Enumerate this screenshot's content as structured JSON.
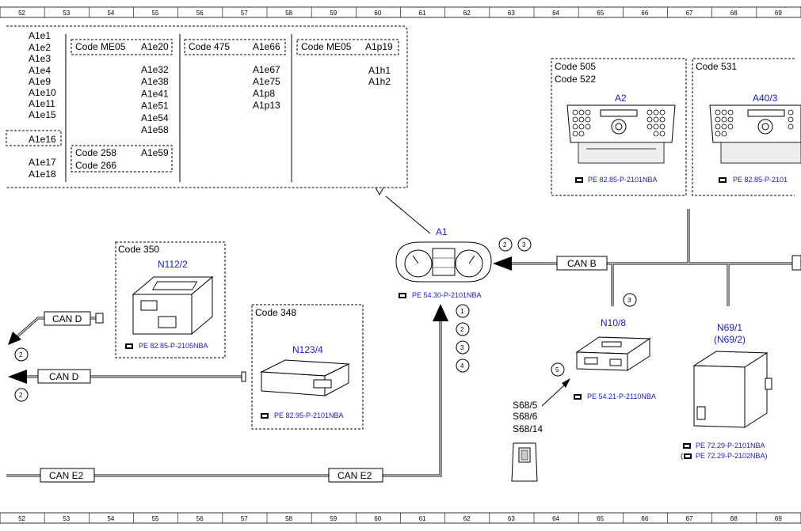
{
  "ruler": [
    "52",
    "53",
    "54",
    "55",
    "56",
    "57",
    "58",
    "59",
    "60",
    "61",
    "62",
    "63",
    "64",
    "65",
    "66",
    "67",
    "68",
    "69"
  ],
  "top_table": {
    "col1": [
      "A1e1",
      "A1e2",
      "A1e3",
      "A1e4",
      "A1e9",
      "A1e10",
      "A1e11",
      "A1e15",
      "A1e16",
      "A1e17",
      "A1e18"
    ],
    "group1": {
      "code_top": "Code ME05",
      "code_top_item": "A1e20",
      "items": [
        "A1e32",
        "A1e38",
        "A1e41",
        "A1e51",
        "A1e54",
        "A1e58"
      ],
      "code_bottom_1": "Code 258",
      "code_bottom_2": "Code 266",
      "code_bottom_item": "A1e59"
    },
    "group2": {
      "code": "Code 475",
      "code_item": "A1e66",
      "items": [
        "A1e67",
        "A1e75",
        "A1p8",
        "A1p13"
      ]
    },
    "group3": {
      "code": "Code ME05",
      "code_item": "A1p19",
      "items": [
        "A1h1",
        "A1h2"
      ]
    }
  },
  "components": {
    "a2": {
      "codes": [
        "Code 505",
        "Code 522"
      ],
      "label": "A2",
      "ref": "PE 82.85-P-2101NBA"
    },
    "a40": {
      "code": "Code 531",
      "label": "A40/3",
      "ref": "PE 82.85-P-2101"
    },
    "a1": {
      "label": "A1",
      "ref": "PE 54.30-P-2101NBA"
    },
    "n112": {
      "code": "Code 350",
      "label": "N112/2",
      "ref": "PE 82.85-P-2105NBA"
    },
    "n123": {
      "code": "Code 348",
      "label": "N123/4",
      "ref": "PE 82.95-P-2101NBA"
    },
    "n10": {
      "label": "N10/8",
      "ref": "PE 54.21-P-2110NBA"
    },
    "n69": {
      "label": "N69/1",
      "label_alt": "(N69/2)",
      "ref1": "PE 72.29-P-2101NBA",
      "ref2": "(",
      "ref2_text": "PE 72.29-P-2102NBA)"
    },
    "s68": {
      "labels": [
        "S68/5",
        "S68/6",
        "S68/14"
      ]
    }
  },
  "buses": {
    "can_b": "CAN B",
    "can_d_upper": "CAN D",
    "can_d_lower": "CAN D",
    "can_e2_left": "CAN E2",
    "can_e2_right": "CAN E2"
  },
  "markers": {
    "can_b_1": "2",
    "can_b_2": "3",
    "n10_3": "3",
    "can_d_upper": "2",
    "can_d_lower": "2",
    "a1_list": [
      "1",
      "2",
      "3",
      "4"
    ],
    "s68_5": "5"
  }
}
